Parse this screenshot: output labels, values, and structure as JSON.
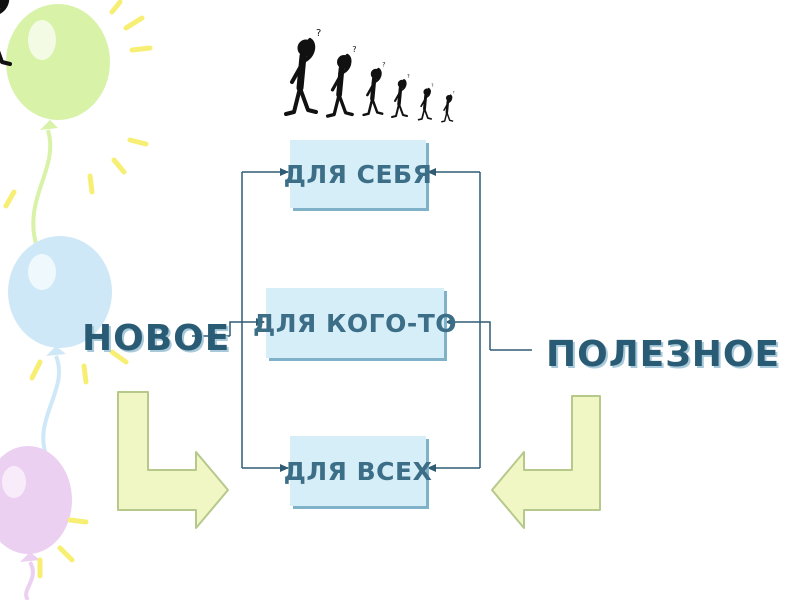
{
  "diagram": {
    "left_word": "НОВОЕ",
    "right_word": "ПОЛЕЗНОЕ",
    "targets": [
      {
        "id": "self",
        "label": "ДЛЯ СЕБЯ"
      },
      {
        "id": "someone",
        "label": "ДЛЯ КОГО-ТО"
      },
      {
        "id": "all",
        "label": "ДЛЯ ВСЕХ"
      }
    ]
  },
  "colors": {
    "box_fill": "#d6eef8",
    "box_text": "#3c6e88",
    "word_text": "#2a5b74",
    "connector": "#2f5b73",
    "curved_arrow_fill": "#f0f7c4",
    "curved_arrow_edge": "#b6c98b",
    "balloon_green": "#d8f2a8",
    "balloon_blue": "#cfe8f7",
    "balloon_purple": "#ecd0f2",
    "sparkle_yellow": "#f7ef74"
  },
  "decoration": {
    "figures_icon": "thinking-people-icon",
    "balloons_icon": "balloons-icon"
  }
}
